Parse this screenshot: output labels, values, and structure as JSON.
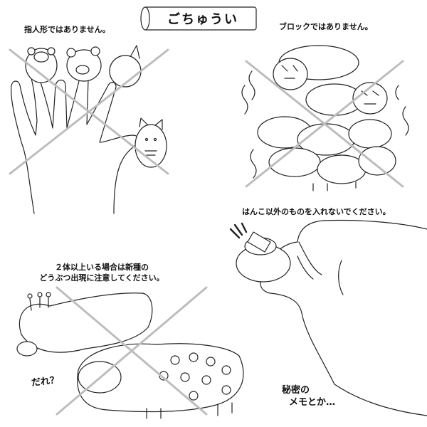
{
  "title": "ごちゅうい",
  "warnings": {
    "finger_puppet": "指人形ではありません。",
    "blocks": "ブロックではありません。",
    "no_stamp_foreign": "はんこ以外のものを入れないでください。",
    "multiple": {
      "line1": "２体以上いる場合は新種の",
      "line2": "どうぶつ出現に注意してください。"
    }
  },
  "bubbles": {
    "who": "だれ？",
    "secret_line1": "秘密の",
    "secret_line2": "メモとか…"
  },
  "colors": {
    "line": "#222222",
    "cross": "#bdbdbd",
    "fill": "#ffffff"
  }
}
